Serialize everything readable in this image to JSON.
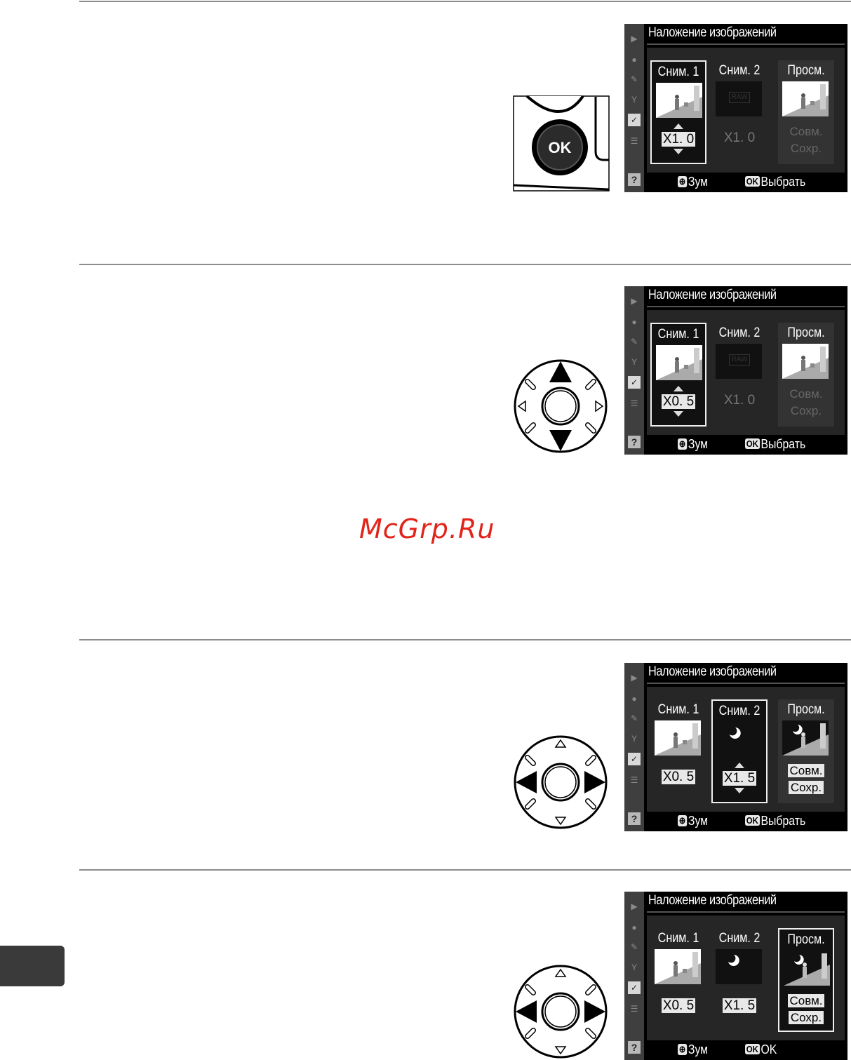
{
  "watermark": "McGrp.Ru",
  "screen": {
    "title": "Наложение изображений",
    "col1_head": "Сним. 1",
    "col2_head": "Сним. 2",
    "col3_head": "Просм.",
    "raw_label": "RAW",
    "opt_overlay": "Совм.",
    "opt_save": "Сохр.",
    "zoom_key": "⊕",
    "zoom_label": "Зум",
    "ok_key": "OK",
    "select_label": "Выбрать",
    "ok_label": "OK"
  },
  "screens": [
    {
      "gain1": "X1. 0",
      "gain2": "X1. 0"
    },
    {
      "gain1": "X0. 5",
      "gain2": "X1. 0"
    },
    {
      "gain1": "X0. 5",
      "gain2": "X1. 5"
    },
    {
      "gain1": "X0. 5",
      "gain2": "X1. 5"
    }
  ],
  "ok_button_label": "OK",
  "colors": {
    "watermark": "#e2231a",
    "screen_bg": "#000000",
    "sidebar": "#3f3f3f"
  }
}
